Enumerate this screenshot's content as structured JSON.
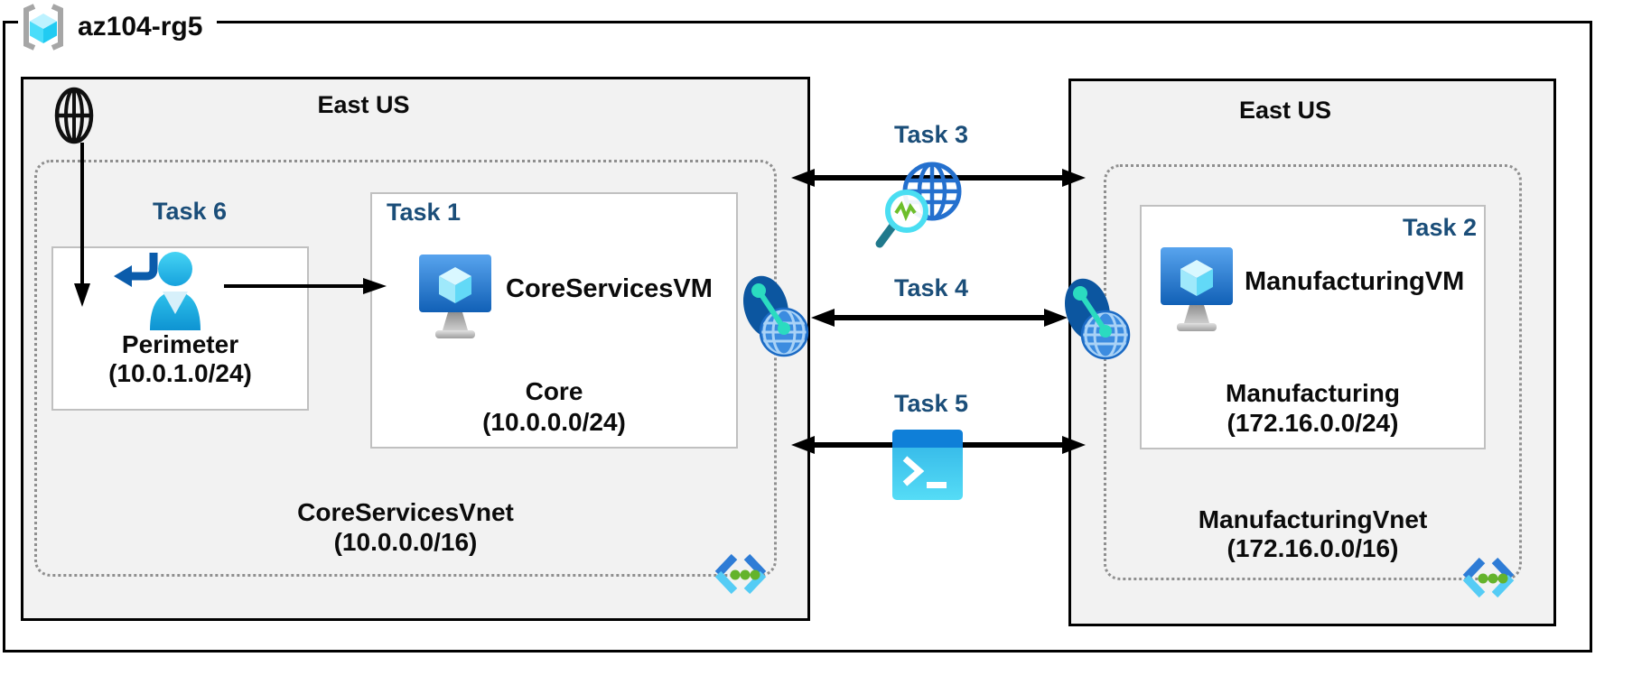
{
  "resource_group": {
    "name": "az104-rg5",
    "icon": "resource-group-icon"
  },
  "left": {
    "region": "East US",
    "internet_icon": "internet-globe-icon",
    "vnet": {
      "name": "CoreServicesVnet",
      "cidr": "(10.0.0.0/16)",
      "corner_icon": "code-brackets-icon"
    },
    "perimeter": {
      "task": "Task 6",
      "name": "Perimeter",
      "cidr": "(10.0.1.0/24)",
      "icon": "user-return-icon"
    },
    "core": {
      "task": "Task 1",
      "vm": "CoreServicesVM",
      "name": "Core",
      "cidr": "(10.0.0.0/24)",
      "icon": "virtual-machine-icon"
    }
  },
  "right": {
    "region": "East US",
    "vnet": {
      "name": "ManufacturingVnet",
      "cidr": "(172.16.0.0/16)",
      "corner_icon": "code-brackets-icon"
    },
    "mfg": {
      "task": "Task 2",
      "vm": "ManufacturingVM",
      "name": "Manufacturing",
      "cidr": "(172.16.0.0/24)",
      "icon": "virtual-machine-icon"
    }
  },
  "connections": {
    "task3": {
      "label": "Task 3",
      "icon": "network-watcher-icon",
      "type": "double-arrow"
    },
    "task4": {
      "label": "Task 4",
      "icon": "vnet-peering-icon",
      "type": "double-arrow"
    },
    "task5": {
      "label": "Task 5",
      "icon": "cloud-shell-icon",
      "type": "double-arrow"
    }
  },
  "colors": {
    "task_label": "#1B4E79",
    "region_fill": "#F2F2F2",
    "line_color": "#000000",
    "subnet_border": "#C0C0C0",
    "vnet_dotted_border": "#8F8F8F",
    "azure_blue": "#1B6FD0",
    "cube_cyan": "#4ADDFA",
    "teal_connector": "#2BDBC0",
    "green_dots": "#64B32C"
  }
}
